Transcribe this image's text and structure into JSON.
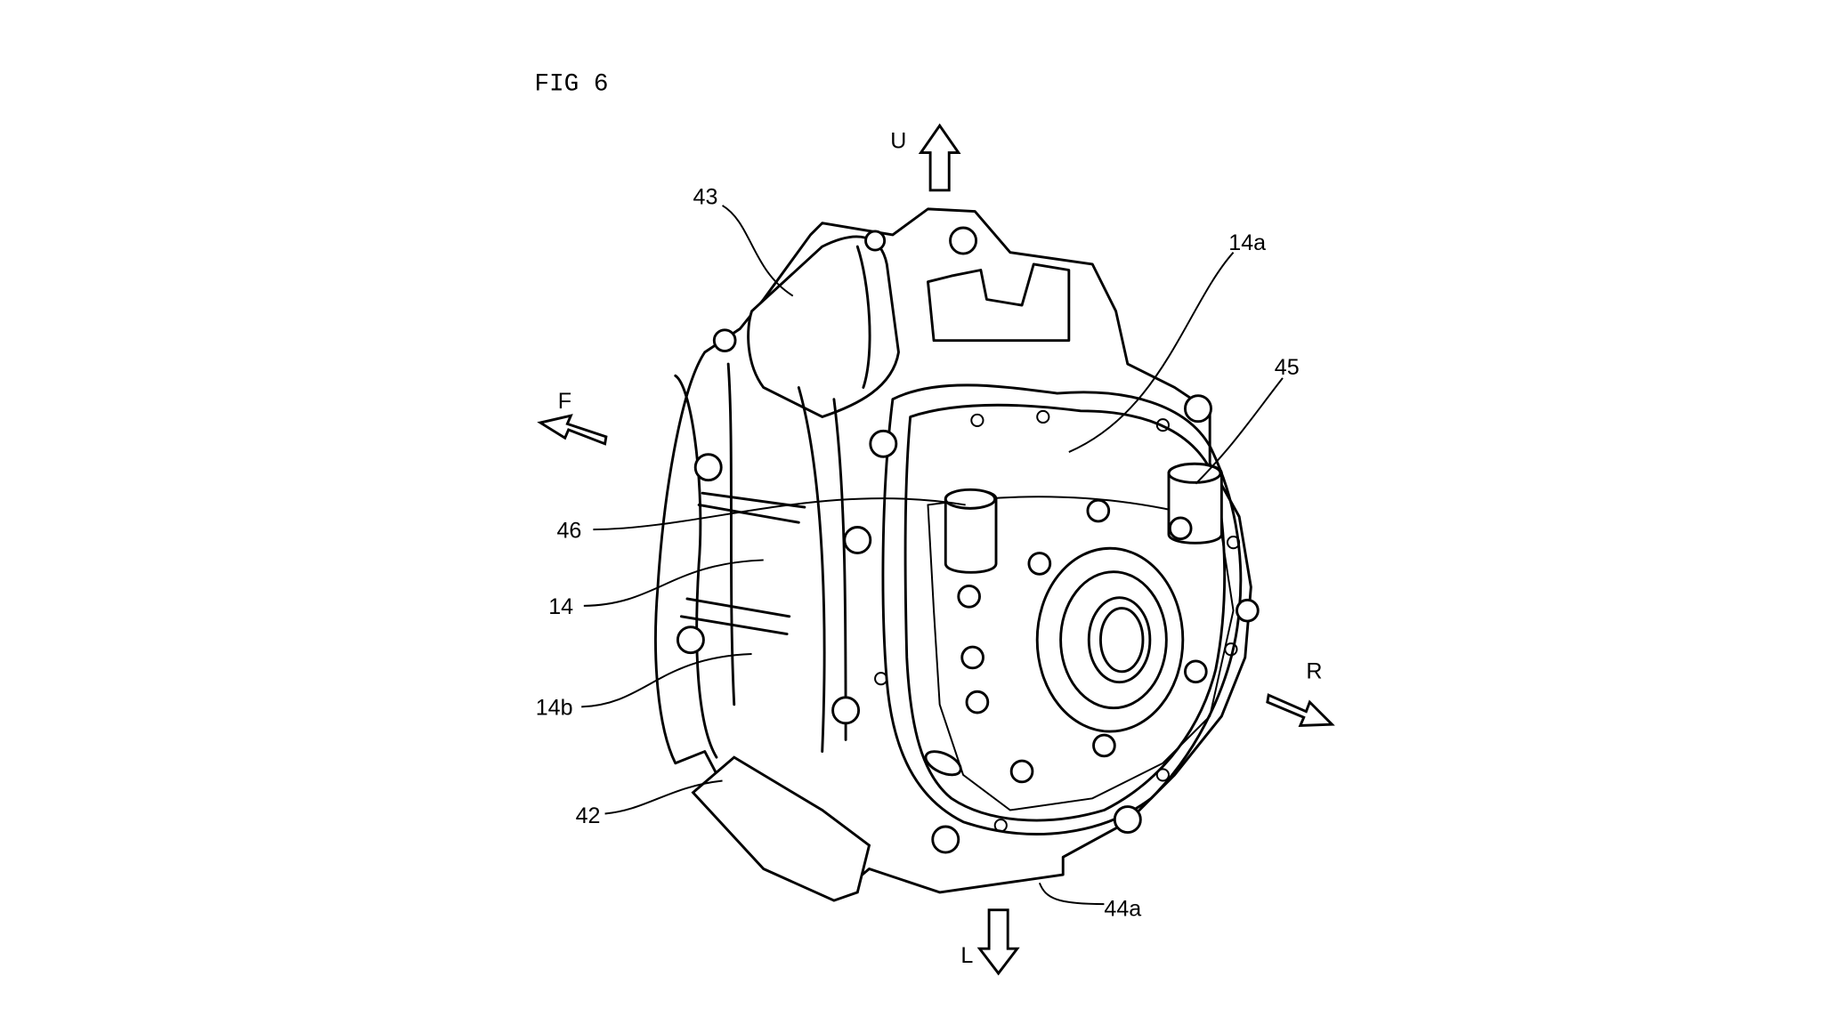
{
  "figure": {
    "title": "FIG 6"
  },
  "directions": {
    "up": "U",
    "front": "F",
    "right": "R",
    "lower": "L"
  },
  "reference_numerals": {
    "n43": "43",
    "n14a": "14a",
    "n45": "45",
    "n46": "46",
    "n14": "14",
    "n14b": "14b",
    "n42": "42",
    "n44a": "44a"
  }
}
